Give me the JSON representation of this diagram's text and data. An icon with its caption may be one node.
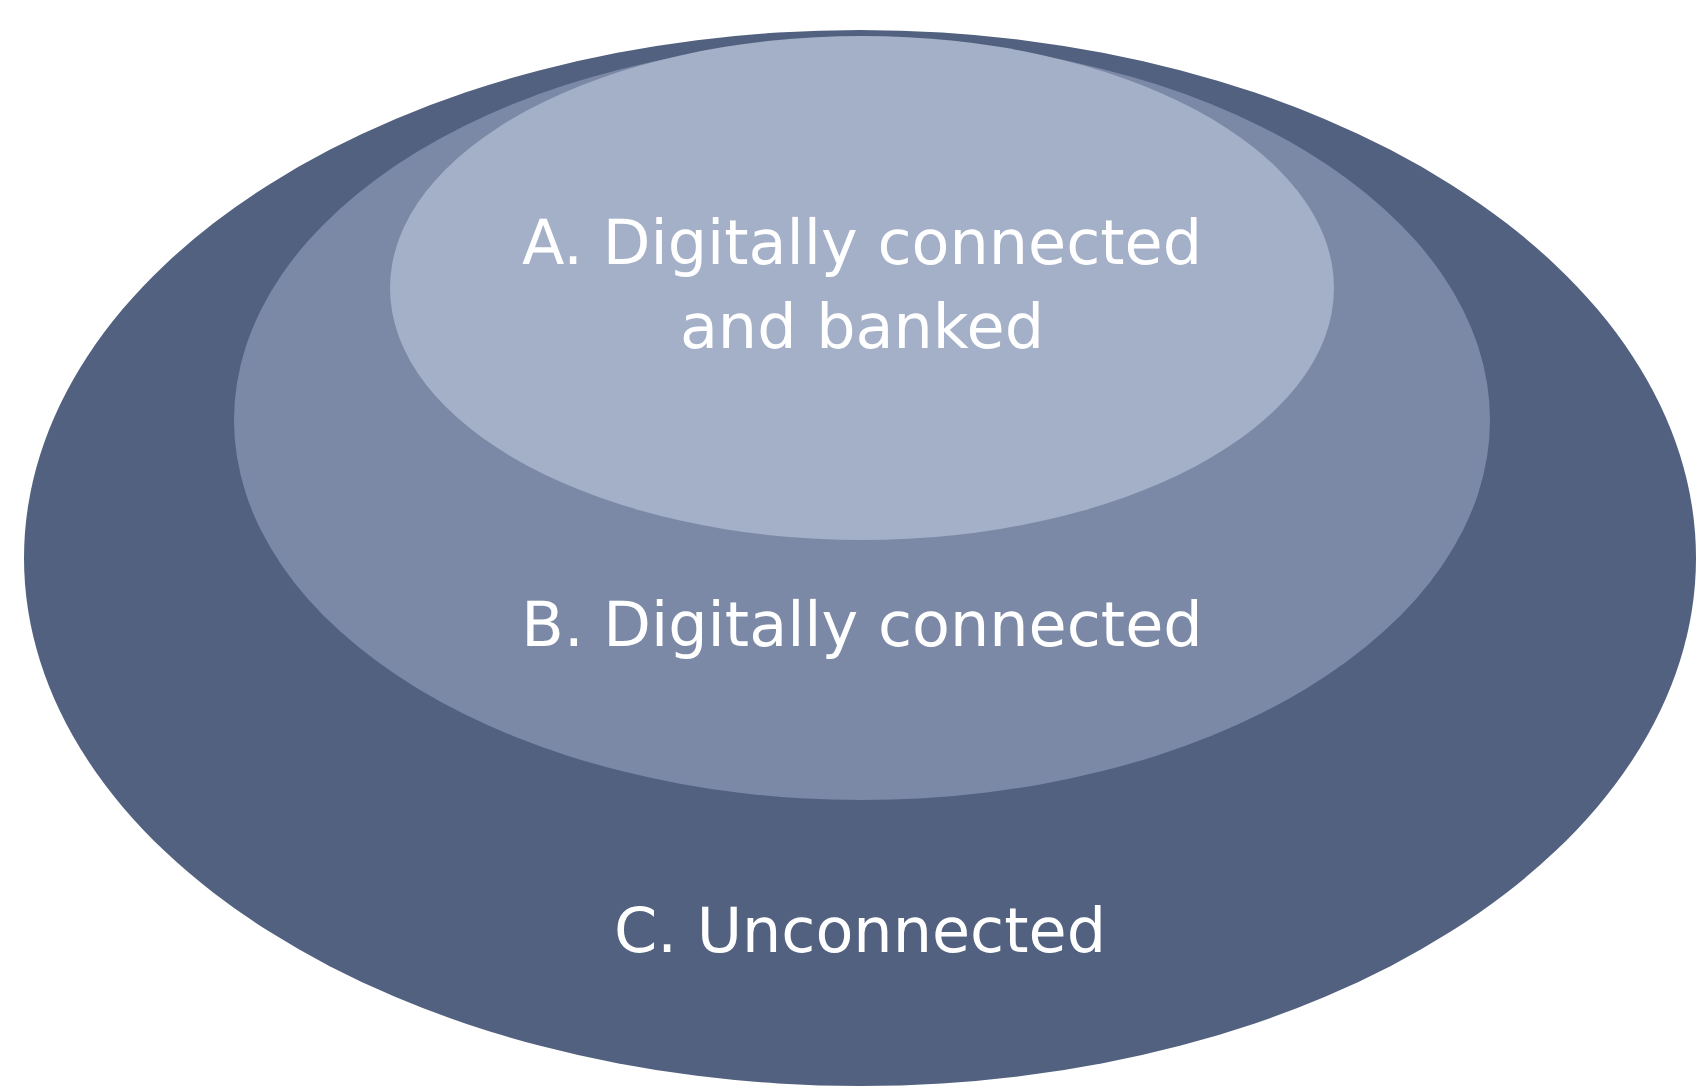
{
  "diagram": {
    "nodes": [
      {
        "text": [
          "C. Unconnected"
        ]
      },
      {
        "text": [
          "B. Digitally connected"
        ],
        "in": 0
      },
      {
        "text": [
          "A. Digitally connected and banked"
        ],
        "in": 1
      }
    ]
  }
}
